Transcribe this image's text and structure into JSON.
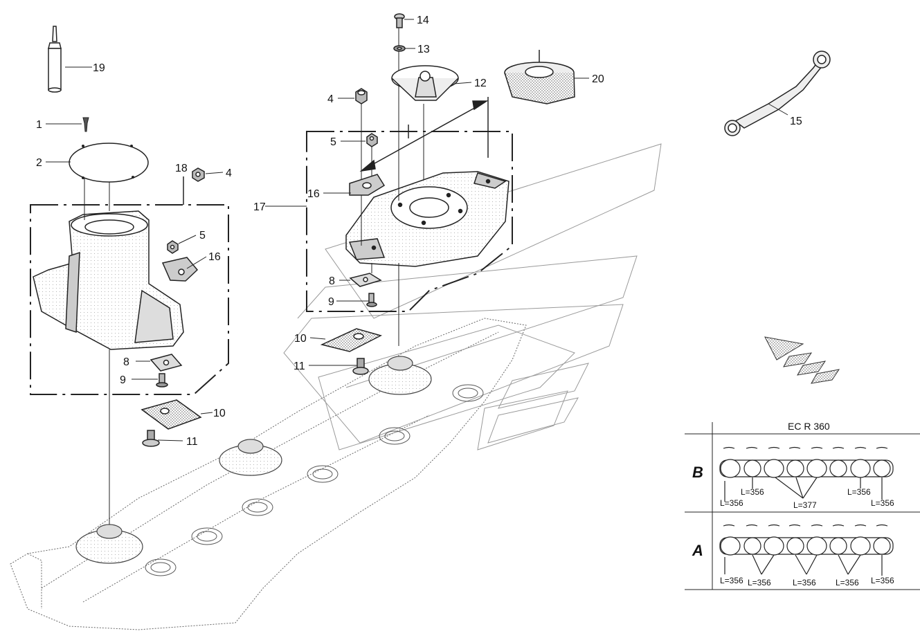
{
  "callouts": {
    "n1": "1",
    "n2": "2",
    "n4a": "4",
    "n4b": "4",
    "n5a": "5",
    "n5b": "5",
    "n8a": "8",
    "n8b": "8",
    "n9a": "9",
    "n9b": "9",
    "n10a": "10",
    "n10b": "10",
    "n11a": "11",
    "n11b": "11",
    "n12": "12",
    "n13": "13",
    "n14": "14",
    "n15": "15",
    "n16a": "16",
    "n16b": "16",
    "n17": "17",
    "n18": "18",
    "n19": "19",
    "n20": "20"
  },
  "table": {
    "title": "EC R 360",
    "row_b": {
      "label": "B",
      "lengths": [
        "L=356",
        "L=356",
        "L=377",
        "L=356",
        "L=356"
      ]
    },
    "row_a": {
      "label": "A",
      "lengths": [
        "L=356",
        "L=356",
        "L=356",
        "L=356",
        "L=356"
      ]
    }
  }
}
